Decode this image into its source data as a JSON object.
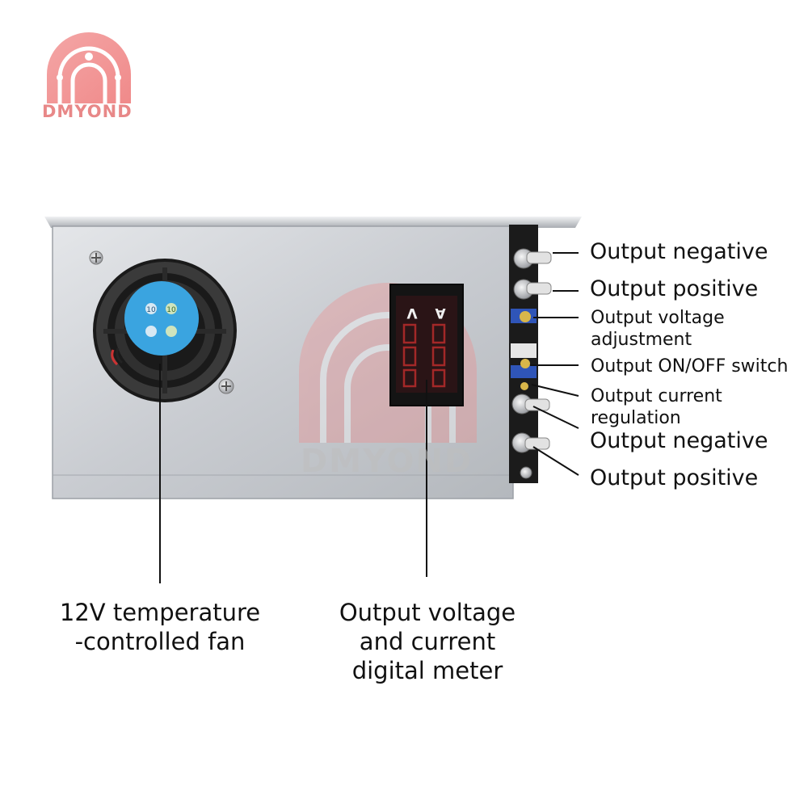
{
  "brand": {
    "logo_text": "DMYOND",
    "watermark_text": "DMYOND",
    "accent": "#f29a9a"
  },
  "meter": {
    "voltage_unit": "V",
    "current_unit": "A",
    "display_color": "#ff3b3b"
  },
  "fan": {
    "labels": [
      "10",
      "10"
    ]
  },
  "terminal_labels": [
    "Output negative",
    "Output positive",
    "Output voltage adjustment",
    "Output ON/OFF switch",
    "Output current regulation",
    "Output negative",
    "Output positive"
  ],
  "callouts": {
    "voltage_adjust": {
      "line1": "Output voltage",
      "line2": "adjustment"
    },
    "current_reg": {
      "line1": "Output current",
      "line2": "regulation"
    },
    "fan": {
      "line1": "12V temperature",
      "line2": "-controlled fan"
    },
    "meter": {
      "line1": "Output voltage",
      "line2": "and current",
      "line3": "digital meter"
    }
  }
}
